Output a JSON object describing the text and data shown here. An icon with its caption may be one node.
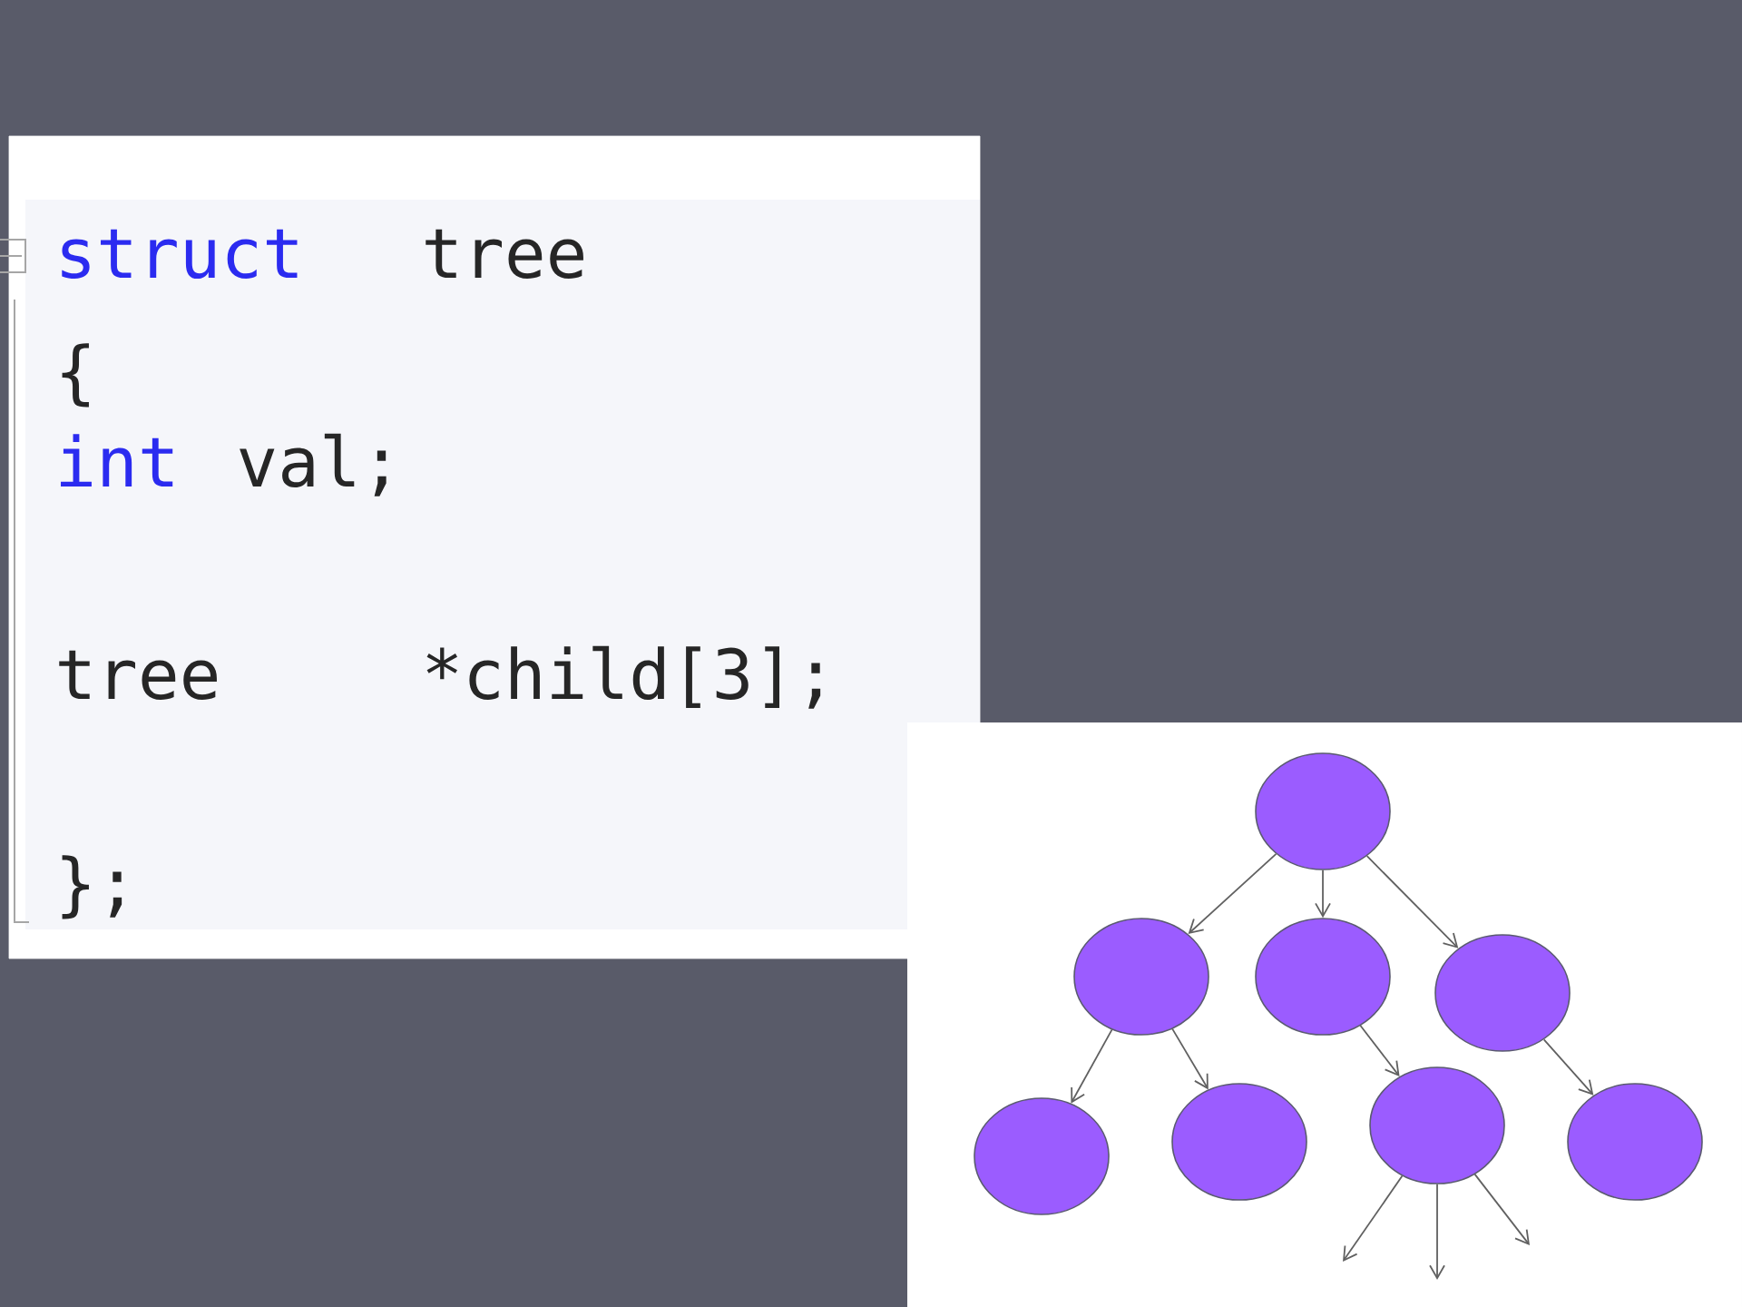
{
  "diagram": {
    "nodes": [
      {
        "text": [],
        "shape": "ellipse"
      },
      {
        "text": [],
        "shape": "ellipse"
      },
      {
        "text": [],
        "shape": "ellipse"
      },
      {
        "text": [],
        "shape": "ellipse"
      },
      {
        "text": [],
        "shape": "ellipse"
      },
      {
        "text": [],
        "shape": "ellipse"
      },
      {
        "text": [],
        "shape": "ellipse"
      },
      {
        "text": [],
        "shape": "ellipse"
      }
    ],
    "edges": [
      {
        "from": 0,
        "to": 1,
        "arrow": "to"
      },
      {
        "from": 0,
        "to": 2,
        "arrow": "to"
      },
      {
        "from": 0,
        "to": 3,
        "arrow": "to"
      },
      {
        "from": 1,
        "to": 4,
        "arrow": "to"
      },
      {
        "from": 1,
        "to": 5,
        "arrow": "to"
      },
      {
        "from": 2,
        "to": 6,
        "arrow": "to"
      },
      {
        "from": 3,
        "to": 7,
        "arrow": "to"
      },
      {
        "from": 6,
        "to": null,
        "arrow": "to"
      },
      {
        "from": 6,
        "to": null,
        "arrow": "to"
      },
      {
        "from": 6,
        "to": null,
        "arrow": "to"
      }
    ],
    "labels": [
      "struct",
      "tree",
      "{",
      "int",
      "val;",
      "tree",
      "*child[3];",
      "};"
    ]
  }
}
